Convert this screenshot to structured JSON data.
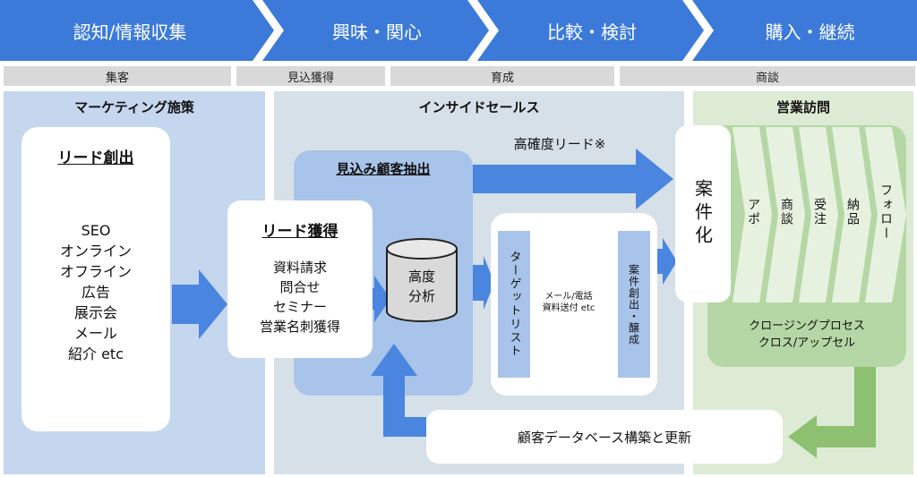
{
  "stages": [
    "認知/情報収集",
    "興味・関心",
    "比較・検討",
    "購入・継続"
  ],
  "substages": [
    "集客",
    "見込獲得",
    "育成",
    "商談"
  ],
  "marketing": {
    "title": "マーケティング施策",
    "lead_creation_title": "リード創出",
    "lead_creation_items": [
      "SEO",
      "オンライン",
      "オフライン",
      "広告",
      "展示会",
      "メール",
      "紹介 etc"
    ],
    "lead_acq_title": "リード獲得",
    "lead_acq_items": [
      "資料請求",
      "問合せ",
      "セミナー",
      "営業名刺獲得"
    ]
  },
  "inside_sales": {
    "title": "インサイドセールス",
    "prospect_title": "見込み顧客抽出",
    "high_lead": "高確度リード※",
    "analysis": "高度\n分析",
    "target_list": "ターゲットリスト",
    "mail": "メール/電話\n資料送付 etc",
    "nurture": "案件創出・醸成",
    "database": "顧客データベース構築と更新"
  },
  "sales_visit": {
    "title": "営業訪問",
    "case": "案件化",
    "steps": [
      "アポ",
      "商談",
      "受注",
      "納品",
      "フォロー"
    ],
    "closing": "クロージングプロセス\nクロス/アップセル"
  },
  "colors": {
    "stage_blue": "#3b7ad9",
    "arrow_blue": "#4a86e0",
    "green_arrow": "#8dc070"
  }
}
